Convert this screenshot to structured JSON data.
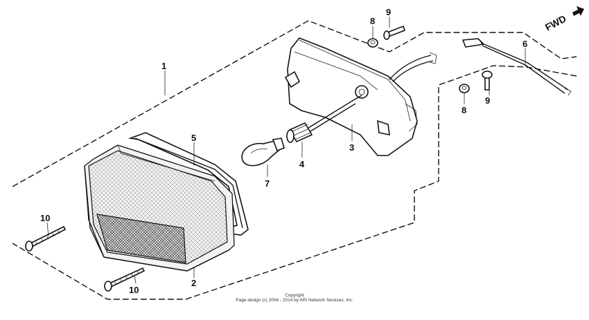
{
  "diagram": {
    "direction_label": "FWD",
    "callouts": {
      "c1": "1",
      "c2": "2",
      "c3": "3",
      "c4": "4",
      "c5": "5",
      "c6": "6",
      "c7": "7",
      "c8a": "8",
      "c8b": "8",
      "c9a": "9",
      "c9b": "9",
      "c10a": "10",
      "c10b": "10"
    }
  },
  "footer": {
    "copyright_line1": "Copyright",
    "copyright_line2": "Page design (c) 2004 - 2014 by ARI Network Services, Inc."
  }
}
